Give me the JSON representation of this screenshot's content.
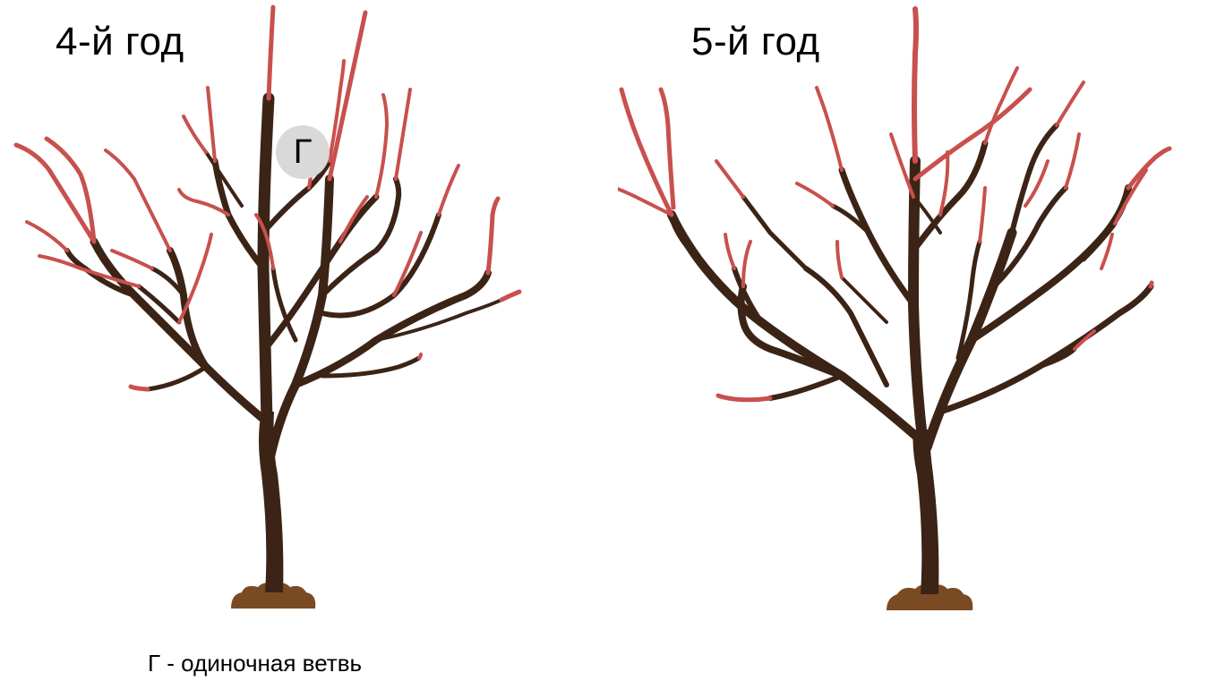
{
  "panels": [
    {
      "title": "4-й год"
    },
    {
      "title": "5-й год"
    }
  ],
  "marker_label": "Г",
  "caption": "Г - одиночная ветвь",
  "colors": {
    "wood": "#3b2416",
    "cut_branch": "#c8504d",
    "soil": "#7a4b22",
    "marker_bg": "#d9d9d9",
    "background": "#ffffff"
  }
}
